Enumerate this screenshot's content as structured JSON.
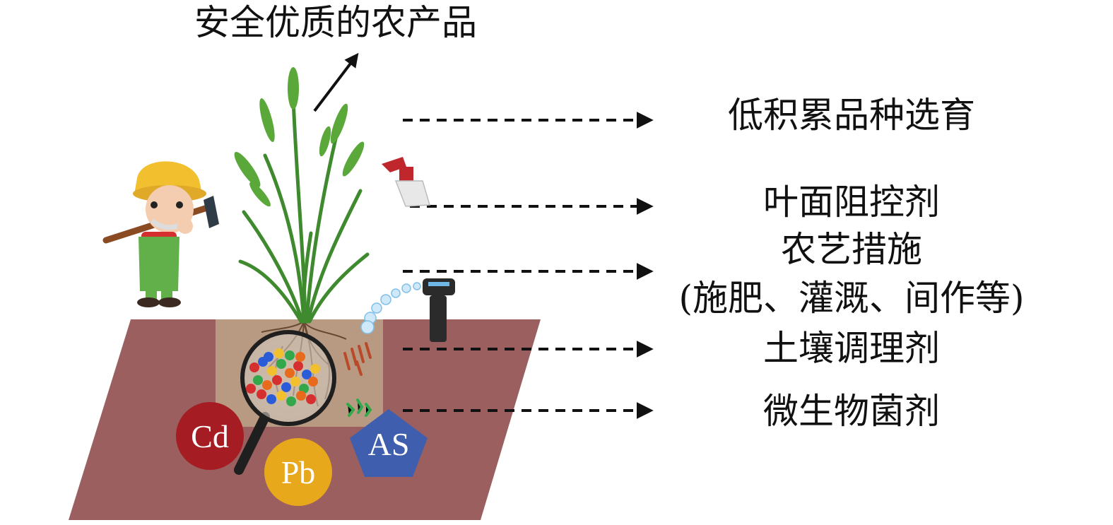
{
  "diagram": {
    "top_label": "安全优质的农产品",
    "measures": [
      {
        "id": "breeding",
        "label": "低积累品种选育"
      },
      {
        "id": "foliar",
        "label": "叶面阻控剂"
      },
      {
        "id": "agronomic",
        "label": "农艺措施",
        "sublabel": "(施肥、灌溉、间作等)"
      },
      {
        "id": "soil",
        "label": "土壤调理剂"
      },
      {
        "id": "microbe",
        "label": "微生物菌剂"
      }
    ],
    "metals": [
      {
        "id": "cd",
        "label": "Cd",
        "color": "#A51D22"
      },
      {
        "id": "pb",
        "label": "Pb",
        "color": "#E8A81C"
      },
      {
        "id": "as",
        "label": "AS",
        "color": "#3F5FAE"
      }
    ],
    "colors": {
      "soil": "#9A5F5E",
      "soil_profile": "#B89A83",
      "plant": "#4E9A34",
      "arrow": "#111111"
    },
    "icons": [
      "farmer-icon",
      "rice-plant-icon",
      "spray-bottle-icon",
      "sprinkler-icon",
      "magnifier-icon"
    ]
  }
}
